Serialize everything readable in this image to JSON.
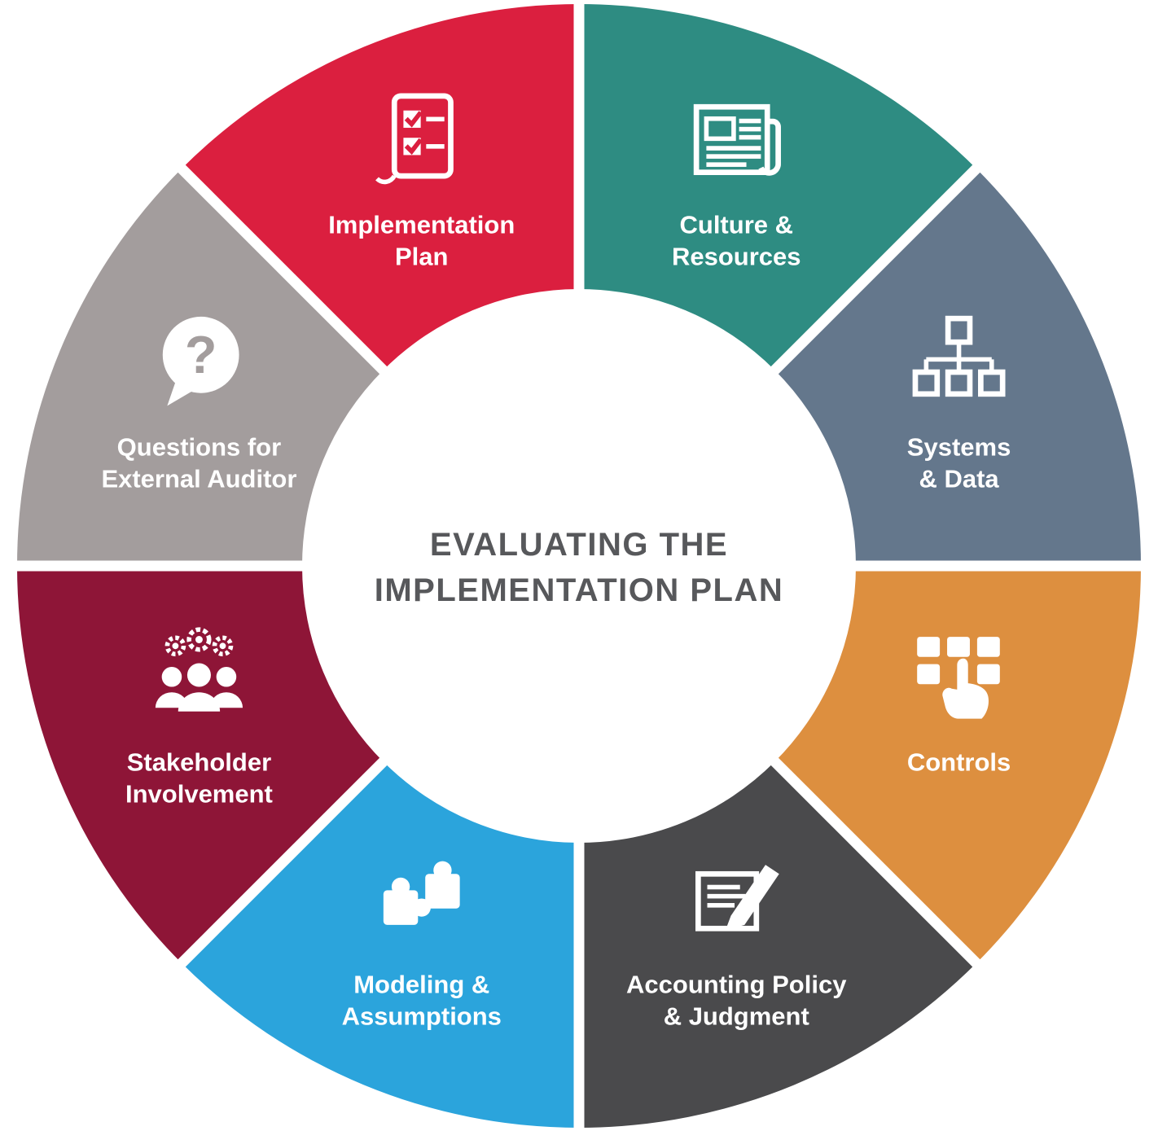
{
  "diagram": {
    "type": "circular-process-wheel",
    "center_title_lines": [
      "EVALUATING THE",
      "IMPLEMENTATION PLAN"
    ],
    "center_title_color": "#57585b",
    "background_color": "#ffffff",
    "separator_color": "#ffffff",
    "segments": [
      {
        "id": "culture-resources",
        "label_lines": [
          "Culture &",
          "Resources"
        ],
        "color": "#2e8c82",
        "icon": "newspaper-icon"
      },
      {
        "id": "systems-data",
        "label_lines": [
          "Systems",
          "& Data"
        ],
        "color": "#64778c",
        "icon": "org-chart-icon"
      },
      {
        "id": "controls",
        "label_lines": [
          "Controls"
        ],
        "color": "#dd8f3f",
        "icon": "keypad-touch-icon"
      },
      {
        "id": "accounting-policy-judgment",
        "label_lines": [
          "Accounting Policy",
          "& Judgment"
        ],
        "color": "#4a4a4c",
        "icon": "pen-document-icon"
      },
      {
        "id": "modeling-assumptions",
        "label_lines": [
          "Modeling &",
          "Assumptions"
        ],
        "color": "#2ba4dc",
        "icon": "puzzle-icon"
      },
      {
        "id": "stakeholder-involvement",
        "label_lines": [
          "Stakeholder",
          "Involvement"
        ],
        "color": "#8e1537",
        "icon": "people-gears-icon"
      },
      {
        "id": "questions-external-auditor",
        "label_lines": [
          "Questions for",
          "External Auditor"
        ],
        "color": "#a39d9d",
        "icon": "question-bubble-icon"
      },
      {
        "id": "implementation-plan",
        "label_lines": [
          "Implementation",
          "Plan"
        ],
        "color": "#db1f3f",
        "icon": "checklist-icon"
      }
    ]
  }
}
